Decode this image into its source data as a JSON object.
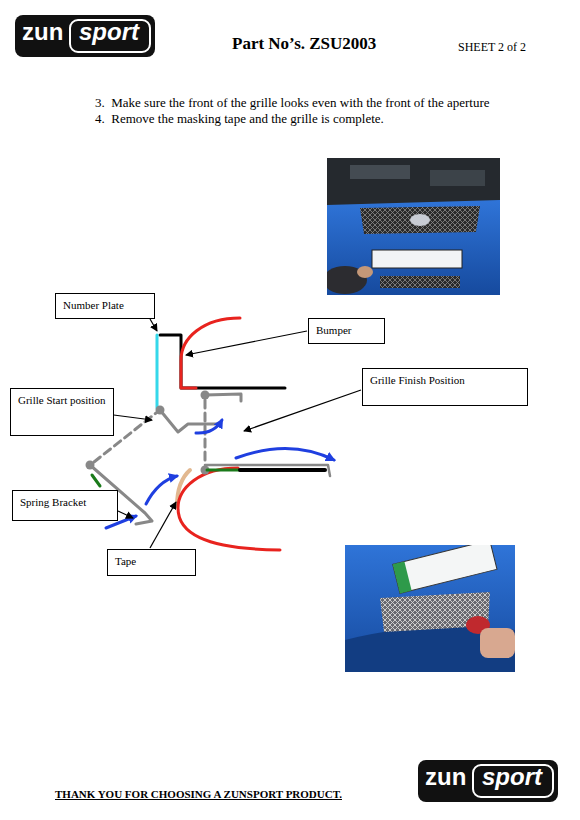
{
  "diagram": {
    "title": "Part No’s. ZSU2003",
    "nodes": [
      {
        "text": [
          "Number Plate"
        ]
      },
      {
        "text": [
          "Bumper"
        ]
      },
      {
        "text": [
          "Grille Finish Position"
        ]
      },
      {
        "text": [
          "Grille Start position"
        ]
      },
      {
        "text": [
          "Spring Bracket"
        ]
      },
      {
        "text": [
          "Tape"
        ]
      }
    ],
    "labels": [
      "zun",
      "sport",
      "SHEET 2 of 2",
      "3.  Make sure the front of the grille looks even with the front of the aperture",
      "4.  Remove the masking tape and the grille is complete.",
      "THANK YOU FOR CHOOSING A ZUNSPORT PRODUCT.",
      "zun",
      "sport"
    ]
  }
}
